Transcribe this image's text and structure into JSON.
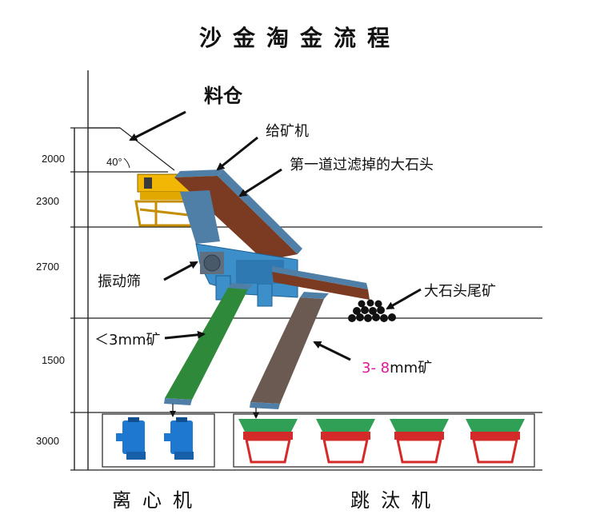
{
  "title": "沙金淘金流程",
  "labels": {
    "hopper": "料仓",
    "feeder": "给矿机",
    "first_filter": "第一道过滤掉的大石头",
    "vibrating_screen": "振动筛",
    "tailings": "大石头尾矿",
    "fine_ore": "＜3mm矿",
    "mid_ore_range": "3- 8",
    "mid_ore_unit": "mm矿",
    "angle": "40°",
    "centrifuge": "离心机",
    "jig": "跳汰机"
  },
  "dimensions": [
    "2000",
    "2300",
    "2700",
    "1500",
    "3000"
  ],
  "colors": {
    "feeder_yellow": "#f2b705",
    "screen_blue": "#3d8fc9",
    "chute_brown": "#7a3b22",
    "chute_green": "#2e8a3a",
    "chute_grey": "#6b6b6b",
    "jig_green": "#2fa055",
    "jig_red": "#d42a2a",
    "centrifuge_blue": "#1e78d0",
    "accent_pink": "#e0179a"
  }
}
